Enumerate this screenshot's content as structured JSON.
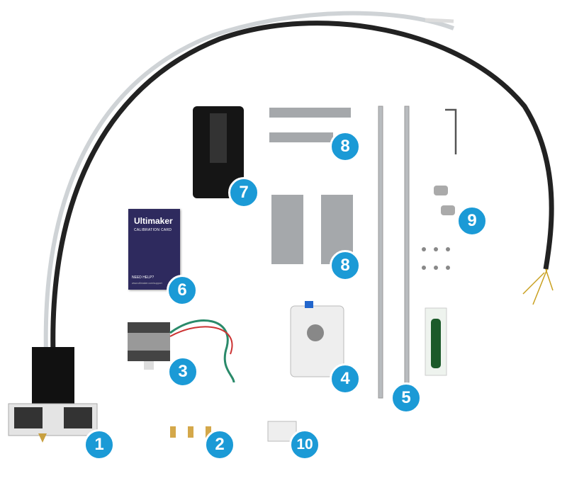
{
  "calibration_card": {
    "brand": "Ultimaker",
    "title": "CALIBRATION CARD",
    "help": "NEED HELP?",
    "url": "www.ultimaker.com/support"
  },
  "badge_color": "#1b9ad6",
  "callouts": [
    "1",
    "2",
    "3",
    "4",
    "5",
    "6",
    "7",
    "8",
    "8",
    "9",
    "10"
  ]
}
